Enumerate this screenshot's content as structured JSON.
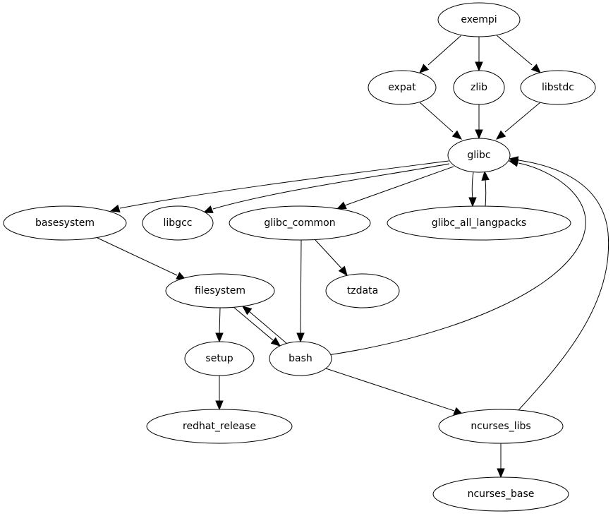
{
  "graph": {
    "type": "directed-dependency-graph",
    "colors": {
      "background": "#ffffff",
      "stroke": "#000000",
      "text": "#000000"
    },
    "nodes": [
      {
        "id": "exempi",
        "label": "exempi"
      },
      {
        "id": "expat",
        "label": "expat"
      },
      {
        "id": "zlib",
        "label": "zlib"
      },
      {
        "id": "libstdc",
        "label": "libstdc"
      },
      {
        "id": "glibc",
        "label": "glibc"
      },
      {
        "id": "basesystem",
        "label": "basesystem"
      },
      {
        "id": "libgcc",
        "label": "libgcc"
      },
      {
        "id": "glibc_common",
        "label": "glibc_common"
      },
      {
        "id": "glibc_all_langpacks",
        "label": "glibc_all_langpacks"
      },
      {
        "id": "filesystem",
        "label": "filesystem"
      },
      {
        "id": "tzdata",
        "label": "tzdata"
      },
      {
        "id": "setup",
        "label": "setup"
      },
      {
        "id": "bash",
        "label": "bash"
      },
      {
        "id": "redhat_release",
        "label": "redhat_release"
      },
      {
        "id": "ncurses_libs",
        "label": "ncurses_libs"
      },
      {
        "id": "ncurses_base",
        "label": "ncurses_base"
      }
    ],
    "edges": [
      {
        "from": "exempi",
        "to": "expat"
      },
      {
        "from": "exempi",
        "to": "zlib"
      },
      {
        "from": "exempi",
        "to": "libstdc"
      },
      {
        "from": "expat",
        "to": "glibc"
      },
      {
        "from": "zlib",
        "to": "glibc"
      },
      {
        "from": "libstdc",
        "to": "glibc"
      },
      {
        "from": "glibc",
        "to": "basesystem"
      },
      {
        "from": "glibc",
        "to": "libgcc"
      },
      {
        "from": "glibc",
        "to": "glibc_common"
      },
      {
        "from": "glibc",
        "to": "glibc_all_langpacks"
      },
      {
        "from": "glibc_all_langpacks",
        "to": "glibc"
      },
      {
        "from": "basesystem",
        "to": "filesystem"
      },
      {
        "from": "glibc_common",
        "to": "tzdata"
      },
      {
        "from": "glibc_common",
        "to": "bash"
      },
      {
        "from": "filesystem",
        "to": "setup"
      },
      {
        "from": "filesystem",
        "to": "bash"
      },
      {
        "from": "bash",
        "to": "filesystem"
      },
      {
        "from": "bash",
        "to": "glibc"
      },
      {
        "from": "bash",
        "to": "ncurses_libs"
      },
      {
        "from": "setup",
        "to": "redhat_release"
      },
      {
        "from": "ncurses_libs",
        "to": "glibc"
      },
      {
        "from": "ncurses_libs",
        "to": "ncurses_base"
      }
    ]
  }
}
